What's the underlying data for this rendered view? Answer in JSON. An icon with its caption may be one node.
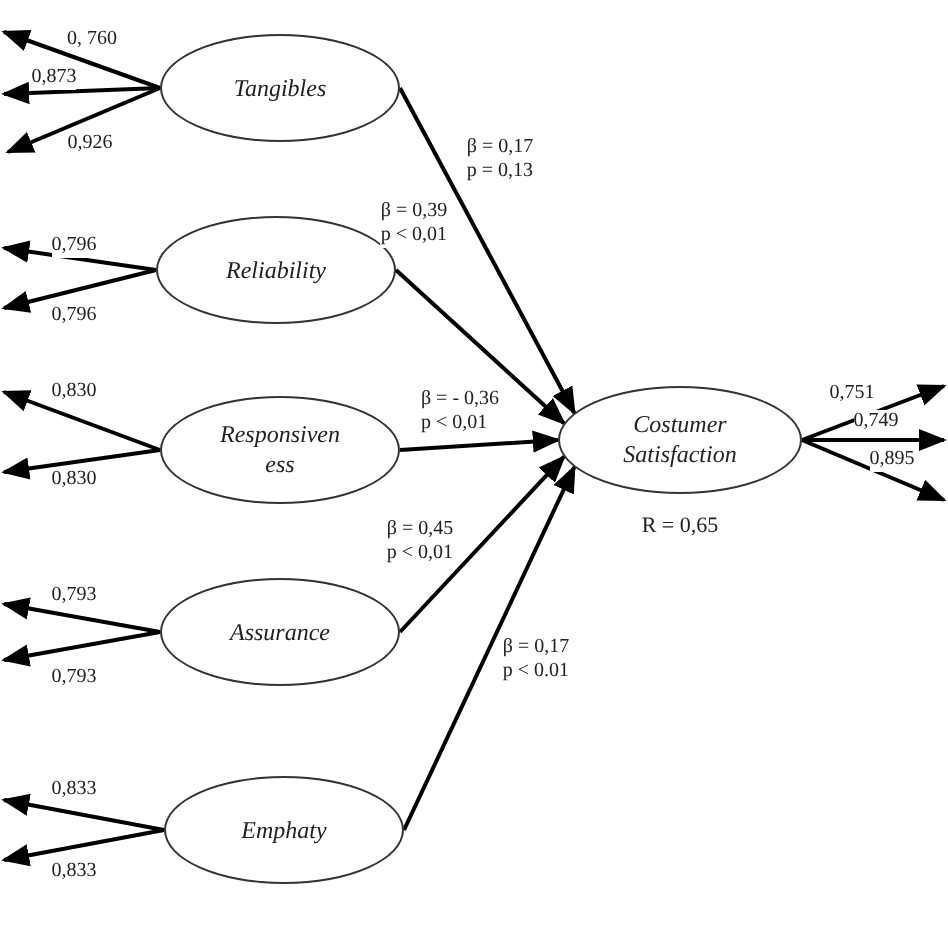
{
  "diagram": {
    "nodes": [
      {
        "text": [
          "Tangibles"
        ]
      },
      {
        "text": [
          "Reliability"
        ]
      },
      {
        "text": [
          "Responsiven ess"
        ]
      },
      {
        "text": [
          "Assurance"
        ]
      },
      {
        "text": [
          "Emphaty"
        ]
      },
      {
        "text": [
          "Costumer Satisfaction"
        ],
        "beside": [
          "R = 0,65"
        ]
      }
    ],
    "edges": [
      {
        "from": 0,
        "to": 5,
        "arrow": "to",
        "label": "β = 0,17 p = 0,13"
      },
      {
        "from": 1,
        "to": 5,
        "arrow": "to",
        "label": "β = 0,39 p < 0,01"
      },
      {
        "from": 2,
        "to": 5,
        "arrow": "to",
        "label": "β = - 0,36 p < 0,01"
      },
      {
        "from": 3,
        "to": 5,
        "arrow": "to",
        "label": "β = 0,45 p < 0,01"
      },
      {
        "from": 4,
        "to": 5,
        "arrow": "to",
        "label": "β = 0,17 p < 0.01"
      },
      {
        "from": 0,
        "to": null,
        "arrow": "to",
        "label": "0, 760"
      },
      {
        "from": 0,
        "to": null,
        "arrow": "to",
        "label": "0,873"
      },
      {
        "from": 0,
        "to": null,
        "arrow": "to",
        "label": "0,926"
      },
      {
        "from": 1,
        "to": null,
        "arrow": "to",
        "label": "0,796"
      },
      {
        "from": 1,
        "to": null,
        "arrow": "to",
        "label": "0,796"
      },
      {
        "from": 2,
        "to": null,
        "arrow": "to",
        "label": "0,830"
      },
      {
        "from": 2,
        "to": null,
        "arrow": "to",
        "label": "0,830"
      },
      {
        "from": 3,
        "to": null,
        "arrow": "to",
        "label": "0,793"
      },
      {
        "from": 3,
        "to": null,
        "arrow": "to",
        "label": "0,793"
      },
      {
        "from": 4,
        "to": null,
        "arrow": "to",
        "label": "0,833"
      },
      {
        "from": 4,
        "to": null,
        "arrow": "to",
        "label": "0,833"
      },
      {
        "from": 5,
        "to": null,
        "arrow": "to",
        "label": "0,751"
      },
      {
        "from": 5,
        "to": null,
        "arrow": "to",
        "label": "0,749"
      },
      {
        "from": 5,
        "to": null,
        "arrow": "to",
        "label": "0,895"
      }
    ]
  }
}
